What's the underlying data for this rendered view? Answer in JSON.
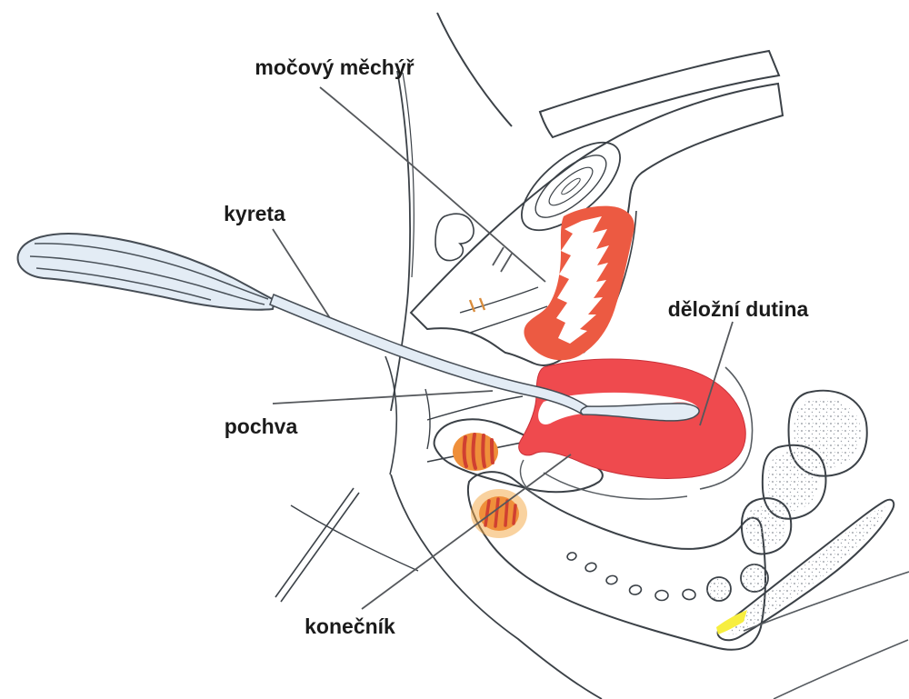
{
  "labels": {
    "bladder": "močový měchýř",
    "curette": "kyreta",
    "uterine_cavity": "děložní dutina",
    "vagina": "pochva",
    "rectum": "konečník"
  },
  "colors": {
    "fat_yellow": "#f7ee3f",
    "uterus_red": "#ef4a4e",
    "uterus_inner_pink": "#f6b8b8",
    "bladder_red": "#ec5a42",
    "muscle_orange": "#ef8f3a",
    "muscle_halo_orange": "#f4a53f",
    "muscle_stripe_red": "#d04031",
    "instrument_blue": "#e3ecf5",
    "outline_dark": "#3b4147",
    "leader_gray": "#55585c",
    "label_text": "#1b1b1b",
    "bone_stipple_gray": "#8a9098",
    "background": "#ffffff"
  }
}
